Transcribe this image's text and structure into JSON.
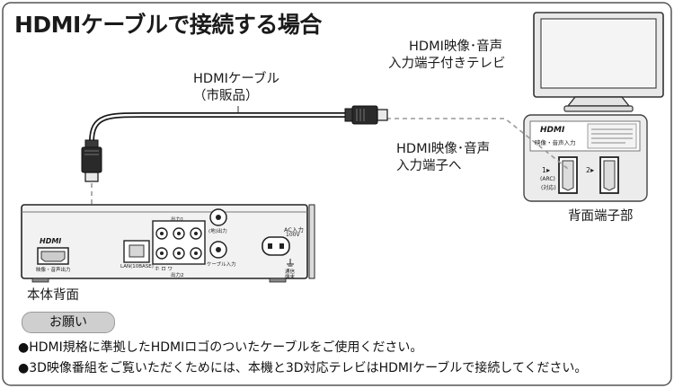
{
  "title": "HDMIケーブルで接続する場合",
  "cable": {
    "line1": "HDMIケーブル",
    "line2": "（市販品）"
  },
  "tv": {
    "line1": "HDMI映像･音声",
    "line2": "入力端子付きテレビ"
  },
  "tv_input": {
    "line1": "HDMI映像･音声",
    "line2": "入力端子へ"
  },
  "rear_panel_label": "背面端子部",
  "rear_panel": {
    "hdmi_logo": "HDMI",
    "hdmi_sub": "映像・音声入力",
    "port1": "1▸",
    "port1_sub": "(ARC)",
    "port1_sub2": "(対応)",
    "port2": "2▸"
  },
  "device_label": "本体背面",
  "device": {
    "hdmi_logo": "HDMI",
    "hdmi_port_label": "映像・音声出力",
    "out1_label": "出力1",
    "out2_label": "出力2",
    "lan_label": "LAN(10BASE)",
    "antenna_out_label": "(地)出力",
    "cable_in_label": "ケーブル入力",
    "ac_label": "AC入力",
    "ac_voltage": "100V",
    "ground_label": "通信",
    "ground_label2": "端末",
    "rca_letters": "ホ  ロ  ワ"
  },
  "notice": {
    "badge": "お願い",
    "items": [
      "●HDMI規格に準拠したHDMIロゴのついたケーブルをご使用ください。",
      "●3D映像番組をご覧いただくためには、本機と3D対応テレビはHDMIケーブルで接続してください。"
    ]
  }
}
